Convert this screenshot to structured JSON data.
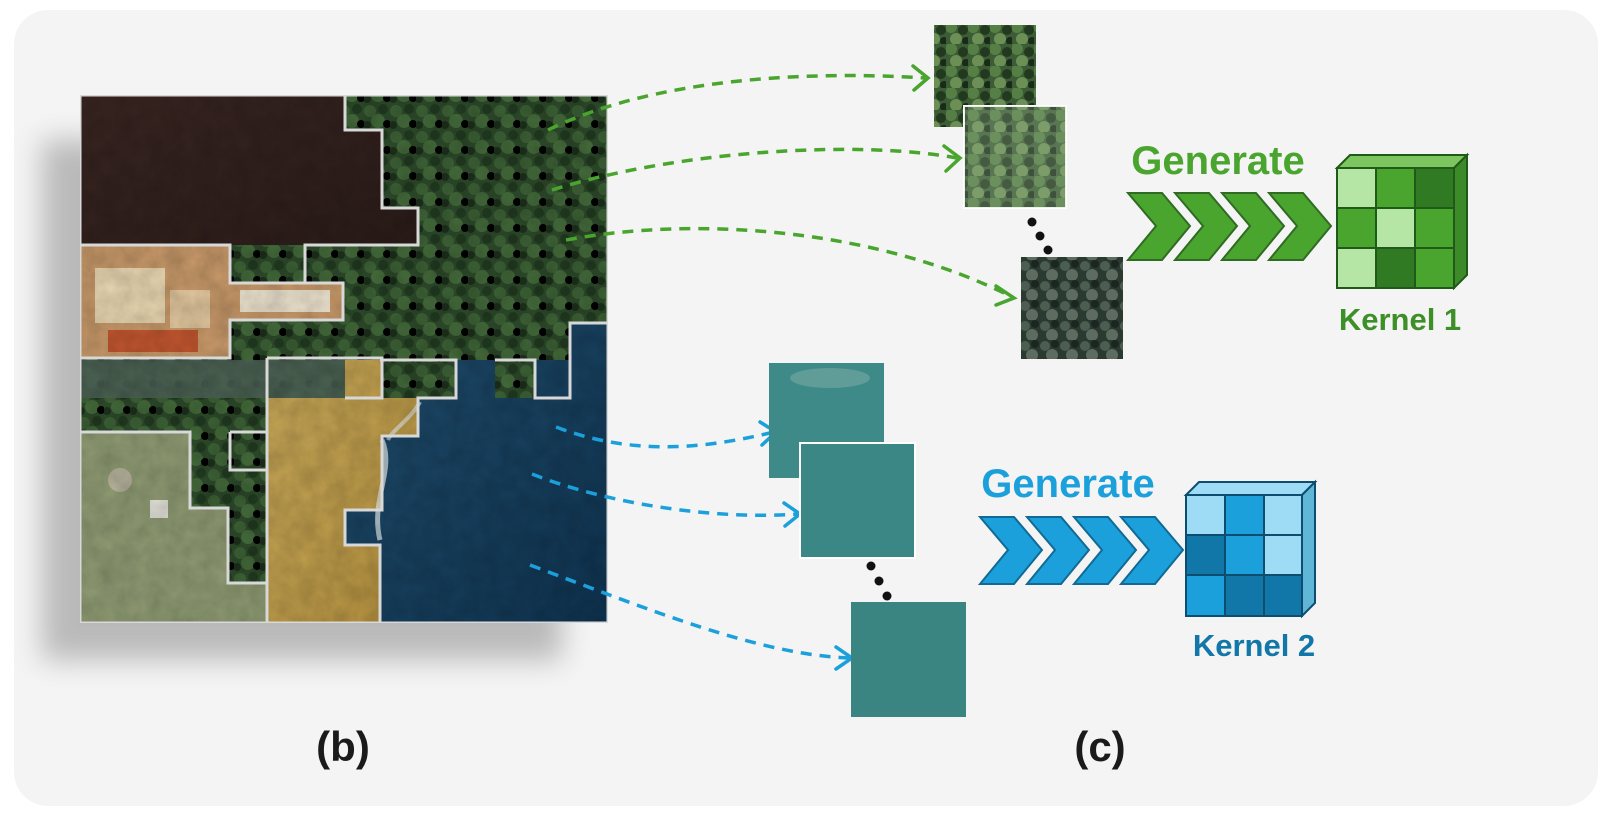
{
  "labels": {
    "panel_b": "(b)",
    "panel_c": "(c)"
  },
  "green_branch": {
    "generate_label": "Generate",
    "kernel_label": "Kernel 1",
    "color": "#4aa52f",
    "dark_color": "#2f7a22",
    "light_color": "#b5e6a6"
  },
  "blue_branch": {
    "generate_label": "Generate",
    "kernel_label": "Kernel 2",
    "color": "#1ba0dc",
    "dark_color": "#1177a8",
    "light_color": "#9edcf5"
  },
  "icons": [
    "aerial-image",
    "dashed-arrow",
    "image-patch",
    "chevron-arrow",
    "kernel-cube"
  ]
}
